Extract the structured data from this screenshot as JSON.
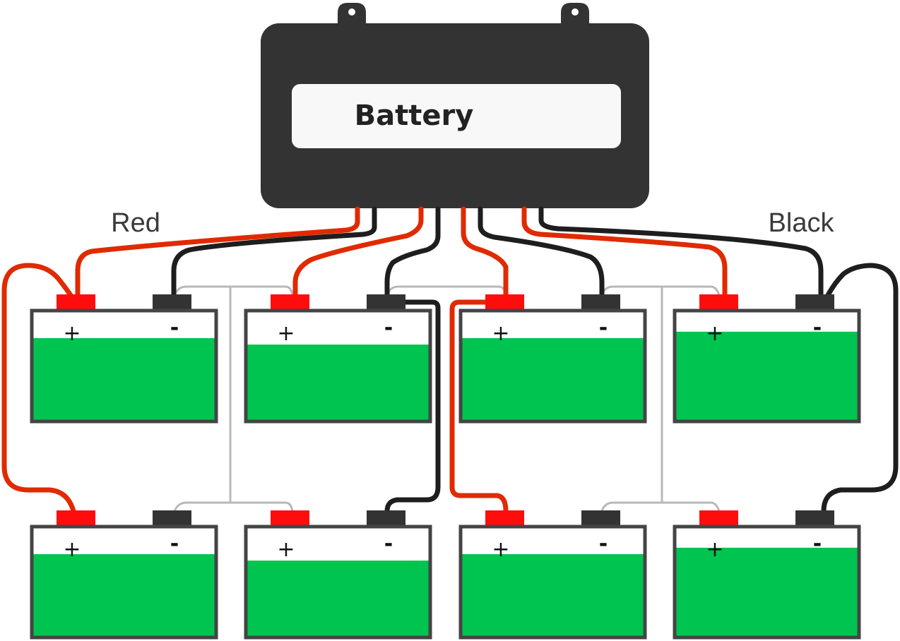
{
  "colors": {
    "case": "#333333",
    "label_bg": "#f8f8f8",
    "battery_fill": "#00c450",
    "battery_border": "#444444",
    "positive_terminal": "#ff0d0d",
    "negative_terminal": "#333333",
    "red_wire": "#e02a00",
    "black_wire": "#1e1e1e",
    "gray_wire": "#b8b8b8"
  },
  "main_battery": {
    "label": "Battery"
  },
  "wire_labels": {
    "red": "Red",
    "black": "Black"
  },
  "terminal_signs": {
    "positive": "+",
    "negative": "-"
  },
  "cells": [
    {
      "row": "top",
      "col": 1,
      "charge_level": 0.76
    },
    {
      "row": "top",
      "col": 2,
      "charge_level": 0.7
    },
    {
      "row": "top",
      "col": 3,
      "charge_level": 0.76
    },
    {
      "row": "top",
      "col": 4,
      "charge_level": 0.82
    },
    {
      "row": "bottom",
      "col": 1,
      "charge_level": 0.76
    },
    {
      "row": "bottom",
      "col": 2,
      "charge_level": 0.7
    },
    {
      "row": "bottom",
      "col": 3,
      "charge_level": 0.76
    },
    {
      "row": "bottom",
      "col": 4,
      "charge_level": 0.82
    }
  ]
}
